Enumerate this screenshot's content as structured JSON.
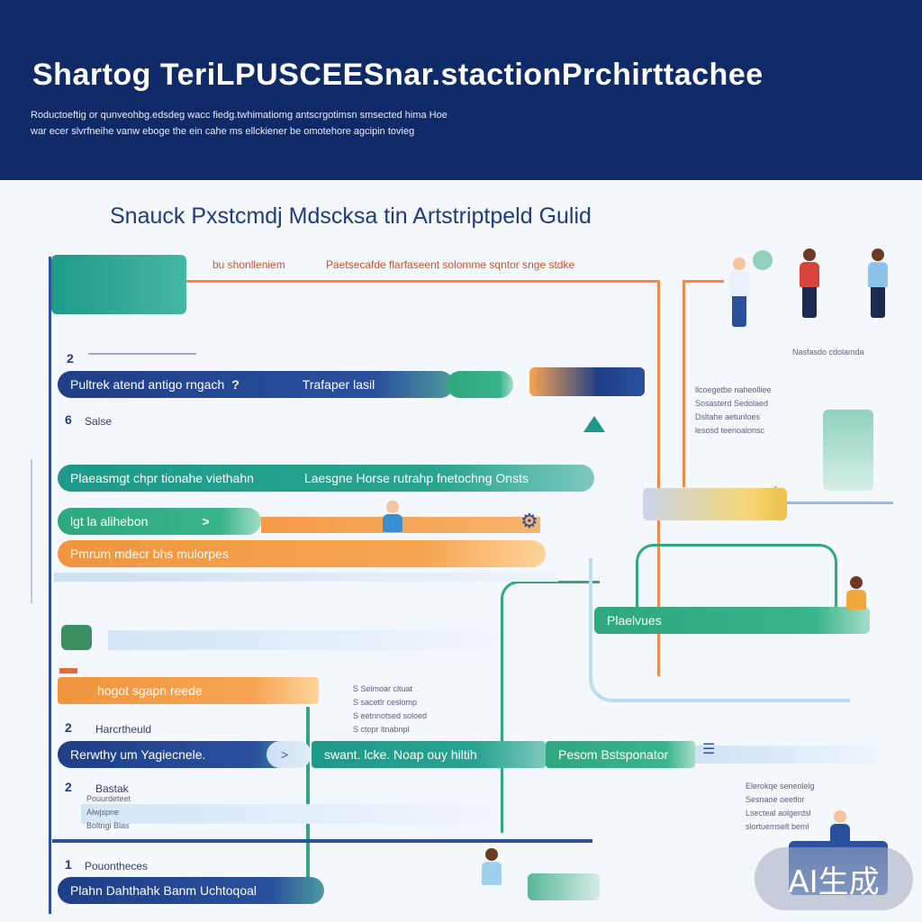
{
  "header": {
    "title": "Shartog TeriLPUSCEESnar.stactionPrchirttachee",
    "subtitle_line1": "Roductoeftig or qunveohbg.edsdeg wacc fiedg.twhimatiomg antscrgotimsn smsected hima Hoe",
    "subtitle_line2": "war ecer slvrfneihe vanw eboge the ein cahe ms ellckiener be omotehore agcipin tovieg"
  },
  "diagram": {
    "title": "Snauck Pxstcmdj Mdscksa tin Artstriptpeld Gulid",
    "top_label_left": "bu shonlleniem",
    "top_label_right": "Paetsecafde flarfaseent solomme sqntor snge stdke",
    "rows": [
      {
        "num": "2",
        "text": "Pultrek atend antigo rngach",
        "suffix": "?",
        "right": "Trafaper lasil"
      },
      {
        "num": "6",
        "text": "Salse"
      },
      {
        "num": "",
        "text": "Plaeasmgt chpr tionahe viethahn",
        "right": "Laesgne Horse rutrahp fnetochng Onsts"
      },
      {
        "num": "",
        "text": "lgt la alihebon",
        "suffix": ">"
      },
      {
        "num": "",
        "text": "Pmrum mdecr bhs mulorpes"
      },
      {
        "num": "",
        "text": "Plaelvues"
      },
      {
        "num": "",
        "text": "hogot sgapn reede"
      },
      {
        "num": "2",
        "text": "Harcrtheuld"
      },
      {
        "num": "",
        "text": "Rerwthy um Yagiecnele.",
        "suffix": ">",
        "middle": "swant. lcke. Noap ouy hiltih",
        "right": "Pesom Bstsponator"
      },
      {
        "num": "2",
        "text": "Bastak"
      },
      {
        "num": "1",
        "text": "Pouontheces"
      },
      {
        "num": "",
        "text": "Plahn Dahthahk Banm Uchtoqoal"
      }
    ],
    "side_text_top": [
      "llcoegetbe naheolliee",
      "Sosasterd Sedolaed",
      "Dsltahe aetunloes",
      "lesosd teenoalonsc"
    ],
    "side_text_mid": [
      "S Selmoar cltuat",
      "S sacetlr ceslomp",
      "S eetnnotsed soloed",
      "S ctopr ltnabnpl"
    ],
    "side_text_bottom": [
      "Elerokqe seneolelg",
      "Sesnaoe oeetlor",
      "Lsecteal aolgerdsl",
      "slortuemselt beml"
    ],
    "small_left": [
      "Pouurdeteet",
      "Alwjspne",
      "Boltngi Blas"
    ],
    "people_caption": "Nasfasdo cdolamda"
  },
  "watermark": {
    "text": "AI生成"
  },
  "colors": {
    "navy": "#0f2a66",
    "teal": "#27a38f",
    "orange": "#f6a552",
    "green": "#38b48a"
  }
}
